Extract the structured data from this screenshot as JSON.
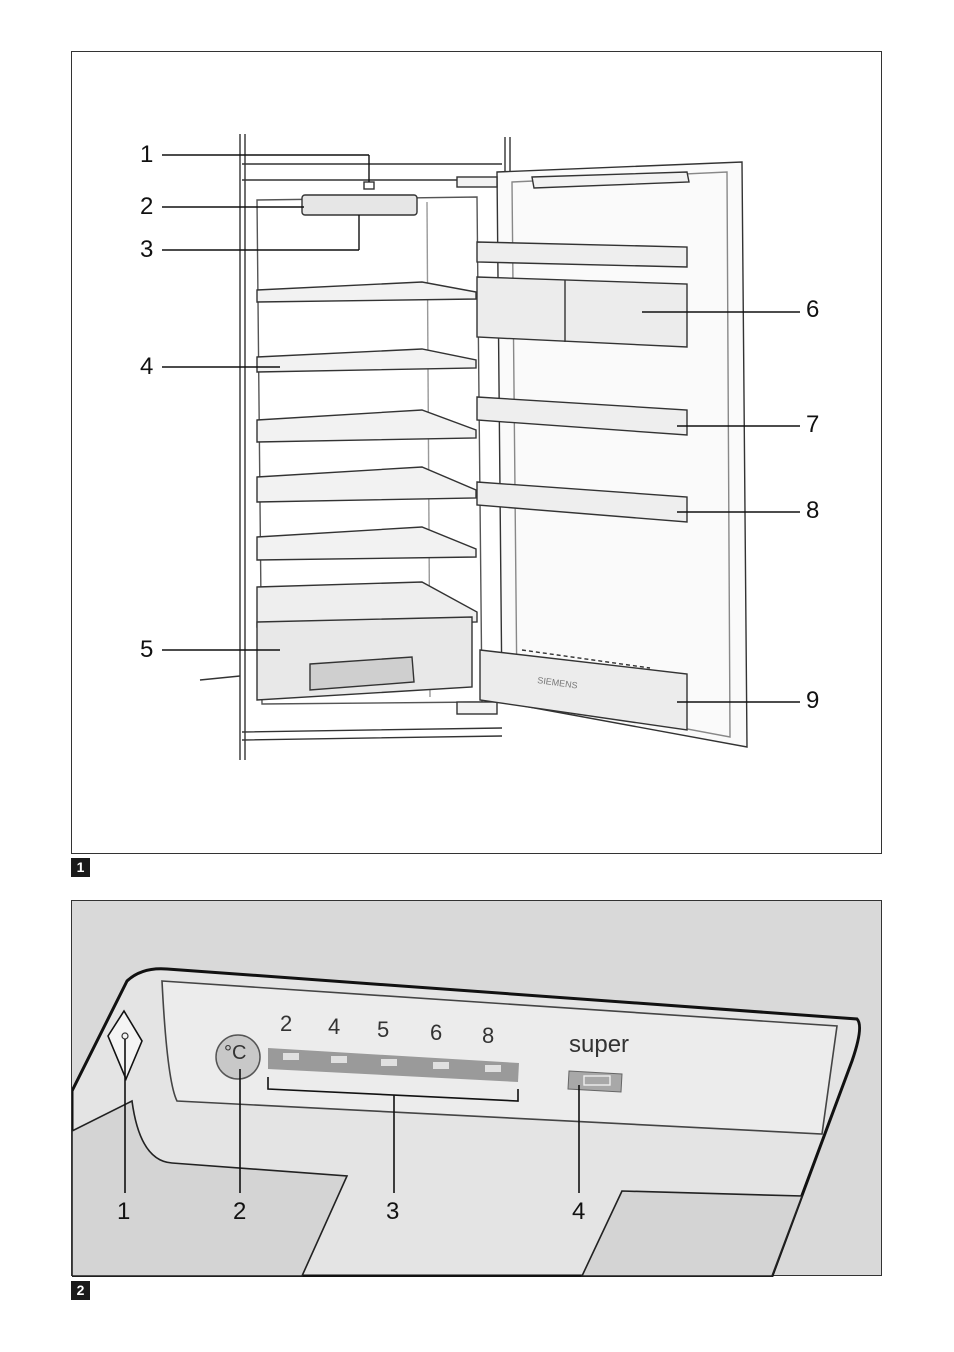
{
  "figure1": {
    "badge": "1",
    "callouts": [
      "1",
      "2",
      "3",
      "4",
      "5",
      "6",
      "7",
      "8",
      "9"
    ],
    "brand_text": "SIEMENS"
  },
  "figure2": {
    "badge": "2",
    "scale_labels": [
      "2",
      "4",
      "5",
      "6",
      "8"
    ],
    "unit_label": "°C",
    "super_label": "super",
    "callouts": [
      "1",
      "2",
      "3",
      "4"
    ]
  }
}
